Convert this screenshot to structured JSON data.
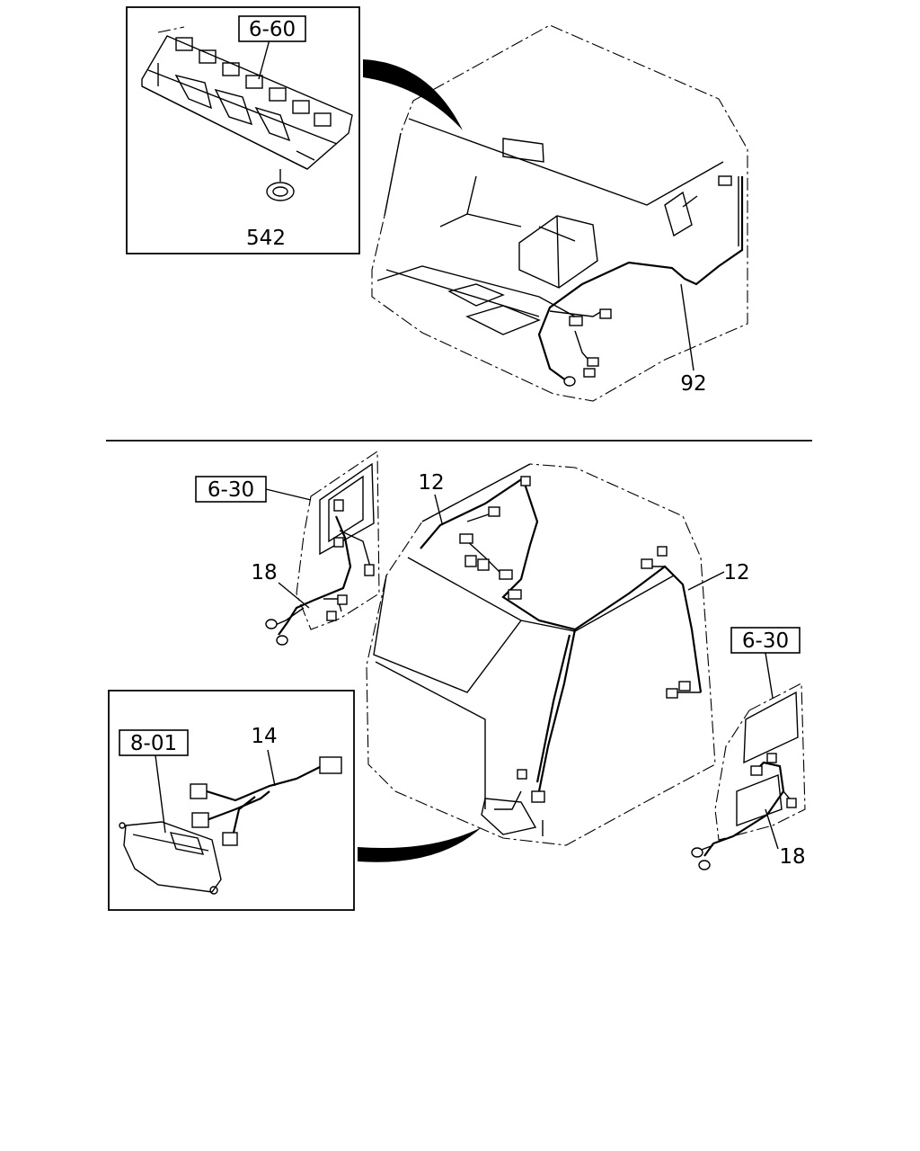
{
  "diagram": {
    "top": {
      "inset_ref": "6-60",
      "inset_callout": "542",
      "harness_callout": "92"
    },
    "bottom": {
      "left_door_ref": "6-30",
      "left_door_callout": "18",
      "roof_callout_top": "12",
      "roof_callout_right": "12",
      "right_door_ref": "6-30",
      "right_door_callout": "18",
      "lamp_ref": "8-01",
      "lamp_callout": "14"
    }
  }
}
